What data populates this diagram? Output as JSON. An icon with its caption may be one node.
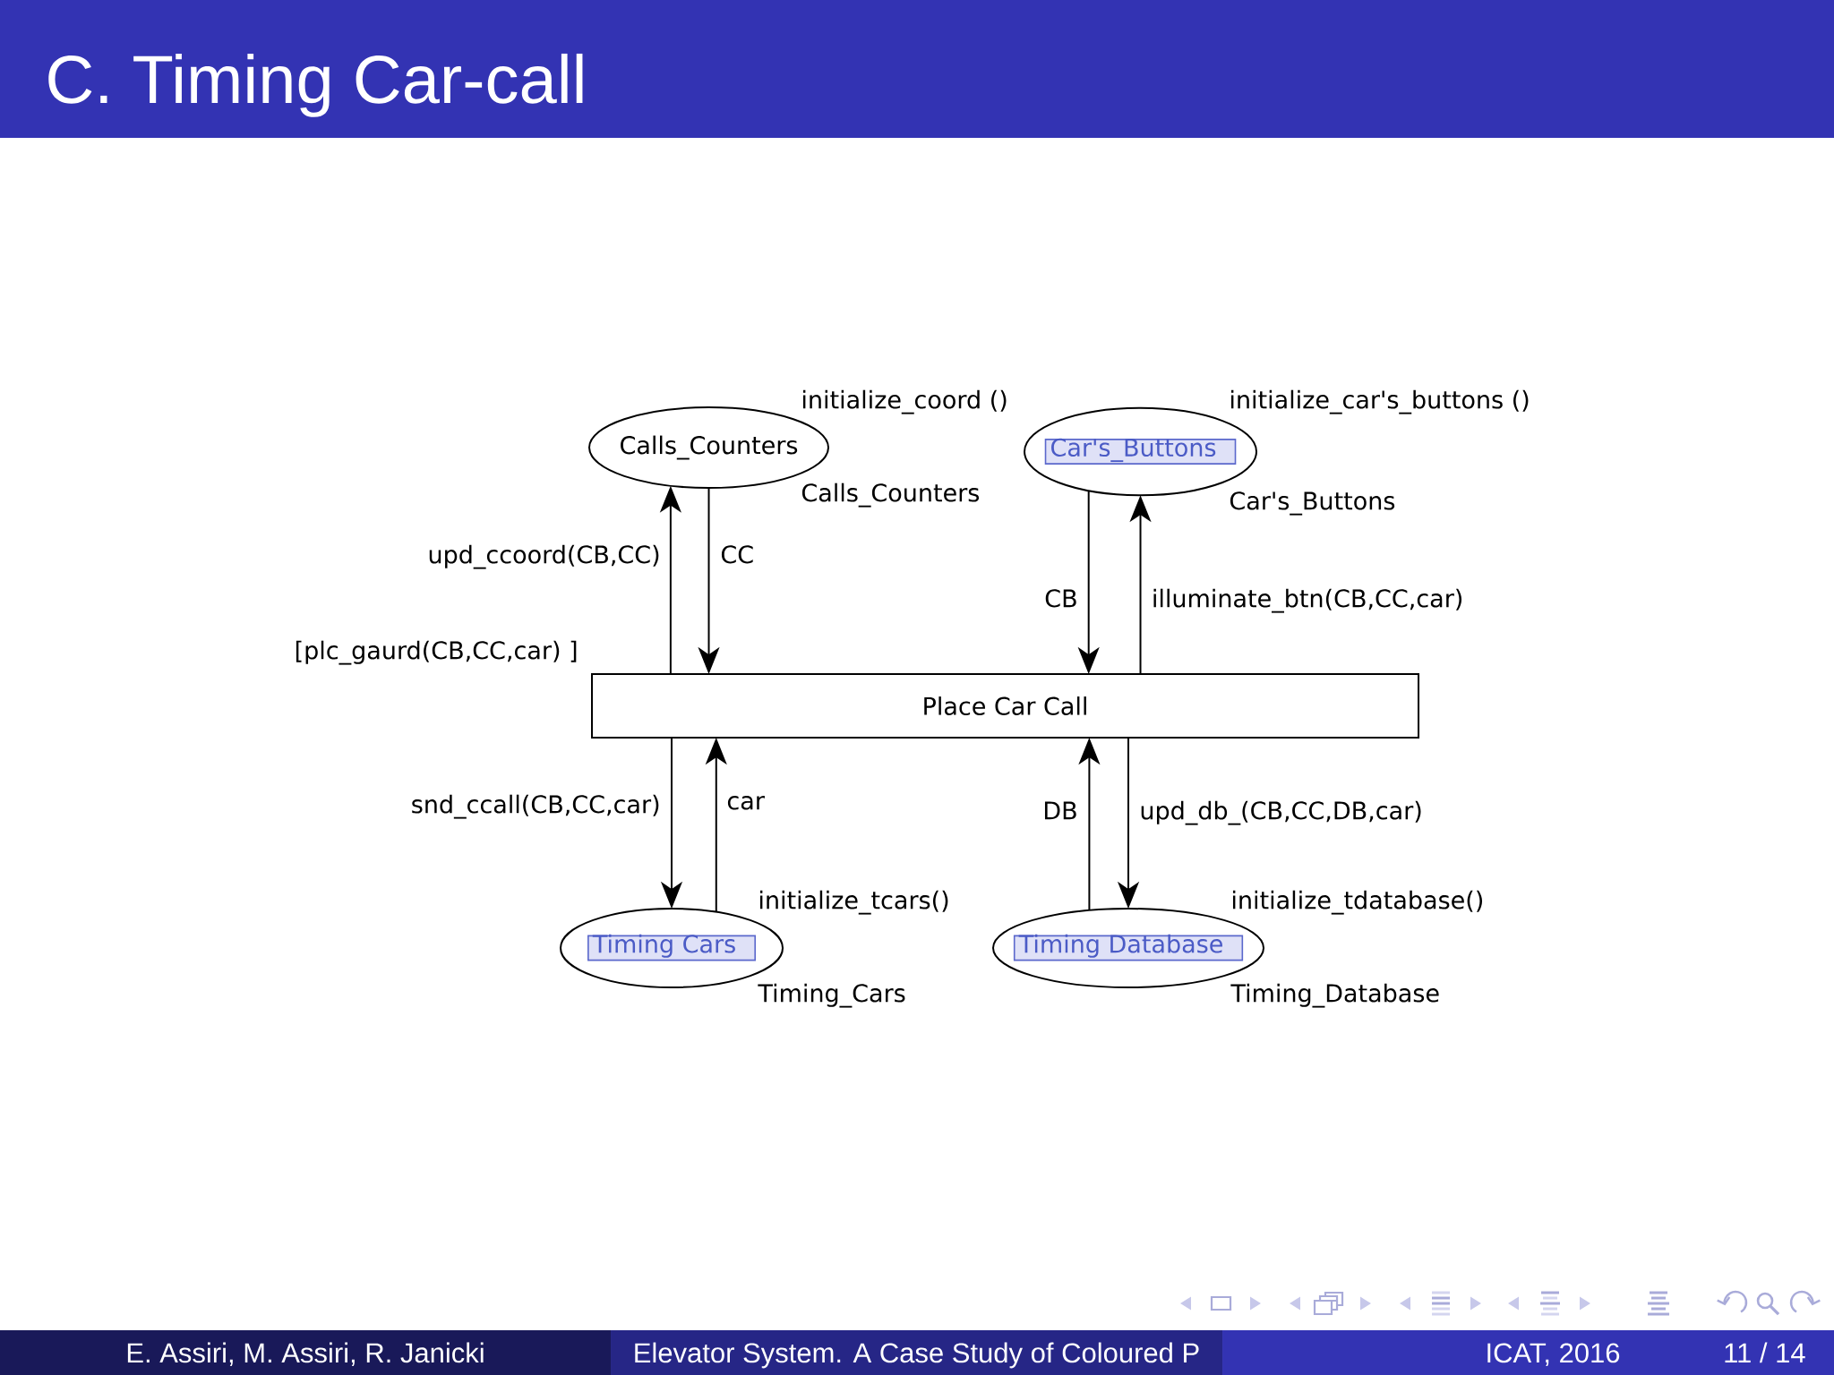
{
  "diagram": {
    "title": "C. Timing Car-call",
    "nodes": [
      {
        "text": [
          "Calls_Counters"
        ],
        "beside": [
          "initialize_coord ()",
          "Calls_Counters"
        ]
      },
      {
        "text": [
          "Car's_Buttons"
        ],
        "beside": [
          "initialize_car's_buttons ()",
          "Car's_Buttons"
        ]
      },
      {
        "text": [
          "Place Car Call"
        ],
        "beside": [
          "[plc_gaurd(CB,CC,car) ]"
        ]
      },
      {
        "text": [
          "Timing Cars"
        ],
        "beside": [
          "initialize_tcars()",
          "Timing_Cars"
        ]
      },
      {
        "text": [
          "Timing Database"
        ],
        "beside": [
          "initialize_tdatabase()",
          "Timing_Database"
        ]
      }
    ],
    "edges": [
      {
        "from": 2,
        "to": 0,
        "arrow": "to",
        "label": "upd_ccoord(CB,CC)"
      },
      {
        "from": 0,
        "to": 2,
        "arrow": "to",
        "label": "CC"
      },
      {
        "from": 1,
        "to": 2,
        "arrow": "to",
        "label": "CB"
      },
      {
        "from": 2,
        "to": 1,
        "arrow": "to",
        "label": "illuminate_btn(CB,CC,car)"
      },
      {
        "from": 2,
        "to": 3,
        "arrow": "to",
        "label": "snd_ccall(CB,CC,car)"
      },
      {
        "from": 3,
        "to": 2,
        "arrow": "to",
        "label": "car"
      },
      {
        "from": 4,
        "to": 2,
        "arrow": "to",
        "label": "DB"
      },
      {
        "from": 2,
        "to": 4,
        "arrow": "to",
        "label": "upd_db_(CB,CC,DB,car)"
      }
    ],
    "labels": [
      "E. Assiri, M. Assiri, R. Janicki",
      "Elevator System. A Case Study of Coloured P",
      "ICAT, 2016",
      "11 / 14"
    ]
  }
}
